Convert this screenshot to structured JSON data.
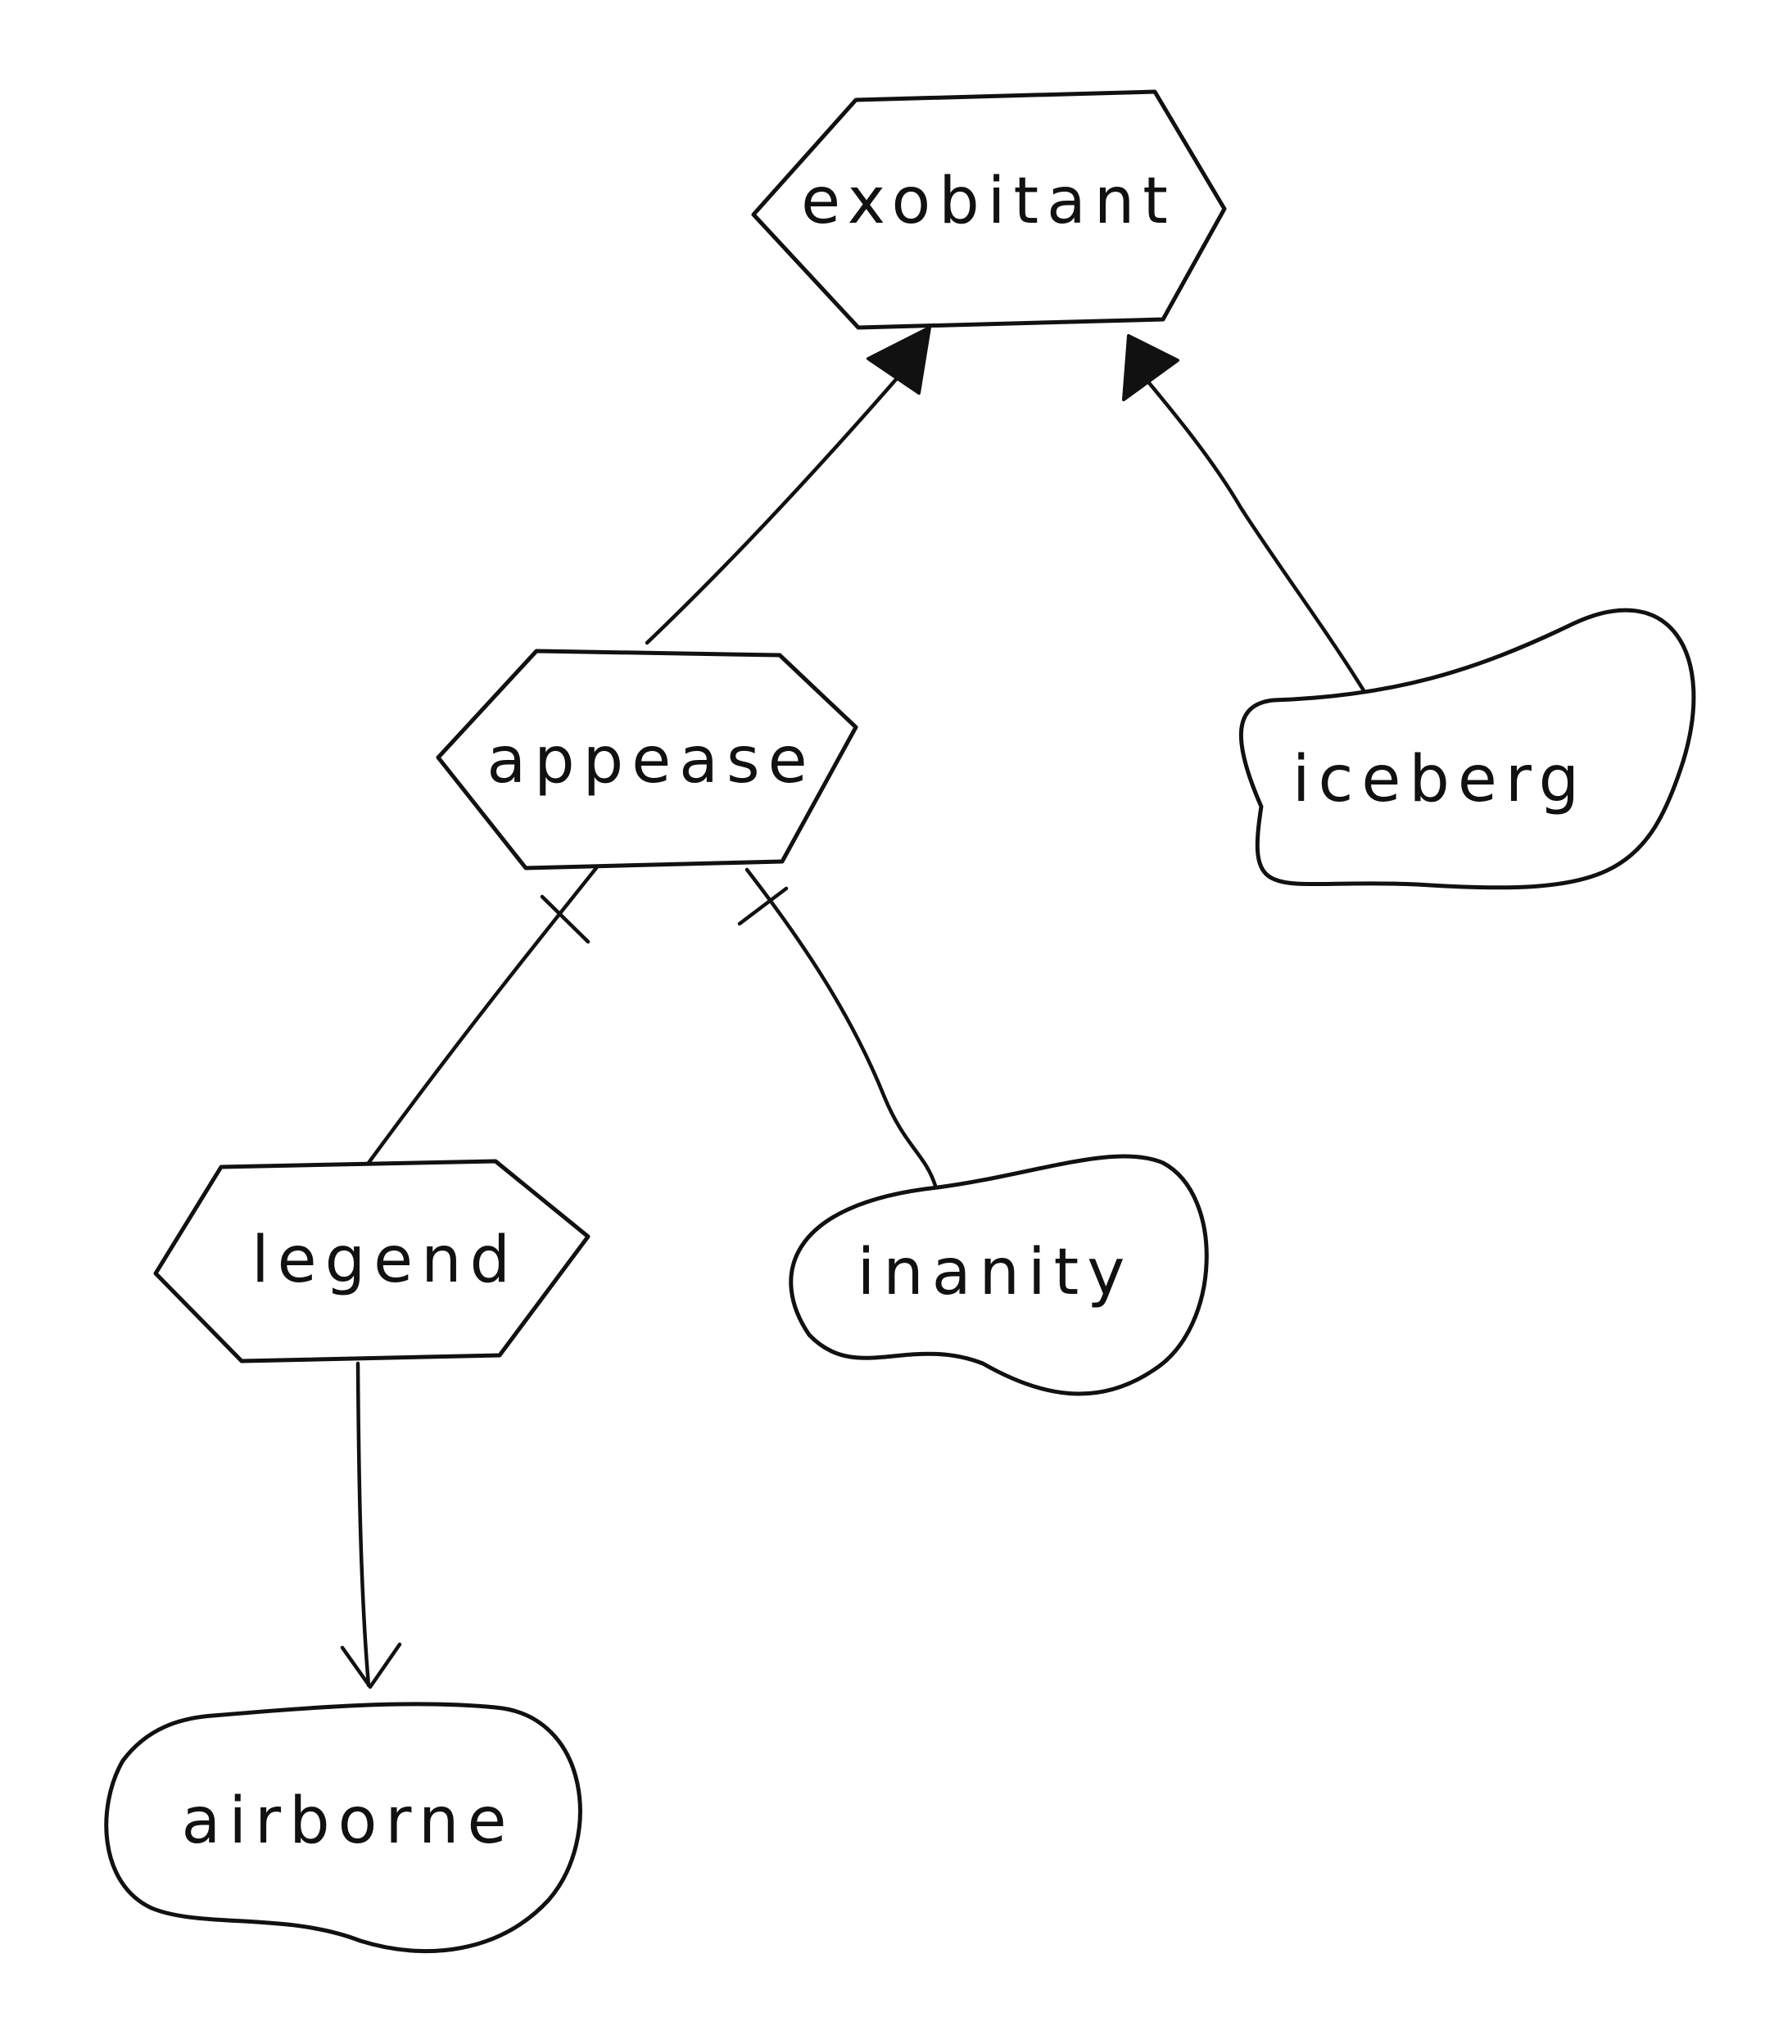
{
  "diagram": {
    "nodes": [
      {
        "id": "exobitant",
        "label": "exobitant",
        "shape": "hexagon"
      },
      {
        "id": "appease",
        "label": "appease",
        "shape": "hexagon"
      },
      {
        "id": "legend",
        "label": "legend",
        "shape": "hexagon"
      },
      {
        "id": "iceberg",
        "label": "iceberg",
        "shape": "blob"
      },
      {
        "id": "inanity",
        "label": "inanity",
        "shape": "blob"
      },
      {
        "id": "airborne",
        "label": "airborne",
        "shape": "blob"
      }
    ],
    "edges": [
      {
        "from": "appease",
        "to": "exobitant",
        "arrow": "filled-triangle"
      },
      {
        "from": "iceberg",
        "to": "exobitant",
        "arrow": "filled-triangle"
      },
      {
        "from": "appease",
        "to": "legend",
        "arrow": "none",
        "marker": "cross"
      },
      {
        "from": "appease",
        "to": "inanity",
        "arrow": "none",
        "marker": "cross"
      },
      {
        "from": "legend",
        "to": "airborne",
        "arrow": "open-v"
      }
    ],
    "colors": {
      "stroke": "#111111",
      "background": "#ffffff"
    }
  }
}
